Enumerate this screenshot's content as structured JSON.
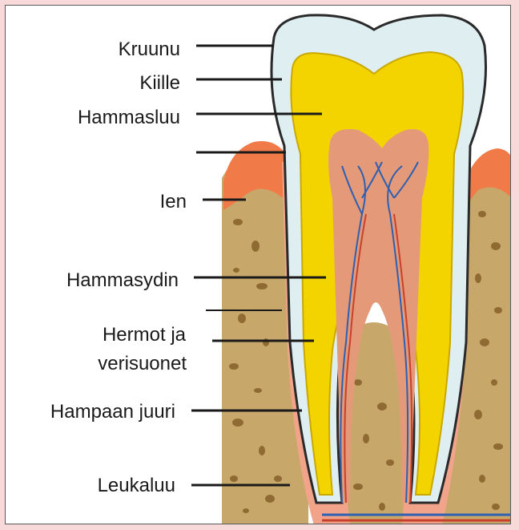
{
  "labels": {
    "kruunu": "Kruunu",
    "kiille": "Kiille",
    "hammasluu": "Hammasluu",
    "ien": "Ien",
    "hammasydin": "Hammasydin",
    "hermot_line1": "Hermot ja",
    "hermot_line2": "verisuonet",
    "hampaan_juuri": "Hampaan juuri",
    "leukaluu": "Leukaluu"
  },
  "colors": {
    "page_background": "#f7d9d9",
    "enamel": "#dfeef0",
    "dentin": "#f4d400",
    "pulp": "#e49a78",
    "gum": "#f07a48",
    "bone": "#c8a86a",
    "bone_spots": "#8f6a32",
    "root_membrane": "#f2a48a",
    "nerve": "#2f5fb0",
    "vessel": "#c8402a"
  }
}
